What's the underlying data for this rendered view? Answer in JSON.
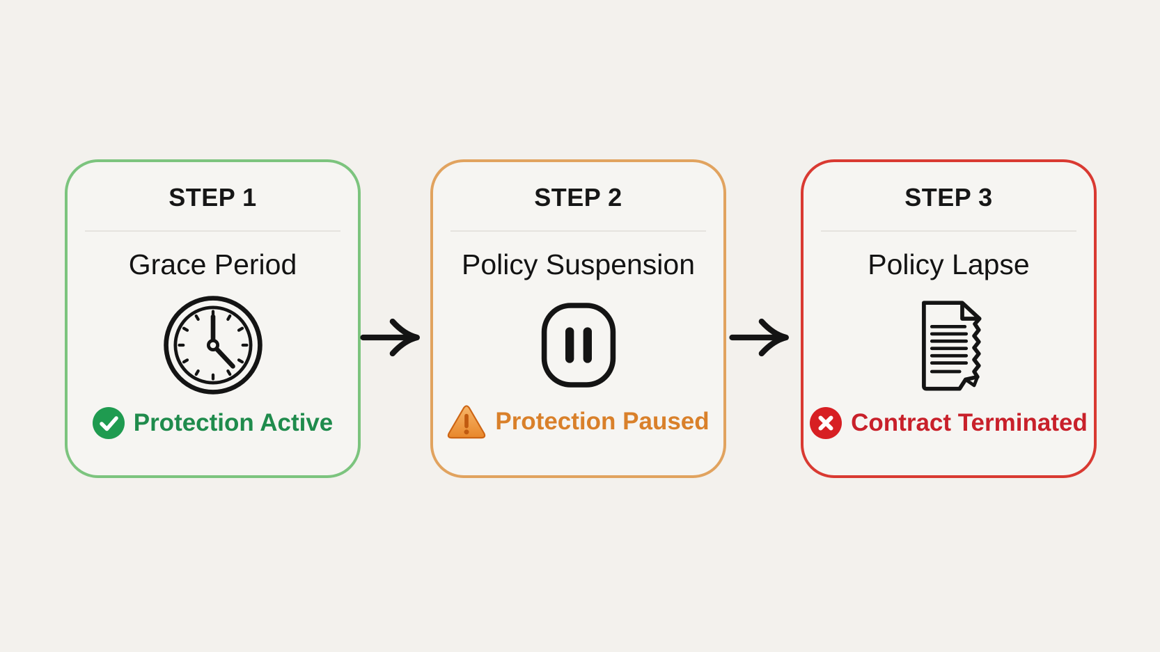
{
  "page": {
    "background_color": "#f3f1ed",
    "card_background_color": "#f6f5f2"
  },
  "connector": {
    "type": "arrow-right",
    "color": "#141414"
  },
  "steps": [
    {
      "step_label": "STEP 1",
      "title": "Grace Period",
      "icon": "clock-icon",
      "border_color": "#7cc47e",
      "status": {
        "icon": "check-circle-icon",
        "label": "Protection Active",
        "text_color": "#1f8b4c",
        "badge_color": "#1f9b50"
      }
    },
    {
      "step_label": "STEP 2",
      "title": "Policy Suspension",
      "icon": "pause-icon",
      "border_color": "#e1a35f",
      "status": {
        "icon": "warning-triangle-icon",
        "label": "Protection Paused",
        "text_color": "#d9802a",
        "badge_color": "#e8872b"
      }
    },
    {
      "step_label": "STEP 3",
      "title": "Policy Lapse",
      "icon": "torn-document-icon",
      "border_color": "#d93a32",
      "status": {
        "icon": "x-circle-icon",
        "label": "Contract Terminated",
        "text_color": "#c8202a",
        "badge_color": "#d71f23"
      }
    }
  ]
}
